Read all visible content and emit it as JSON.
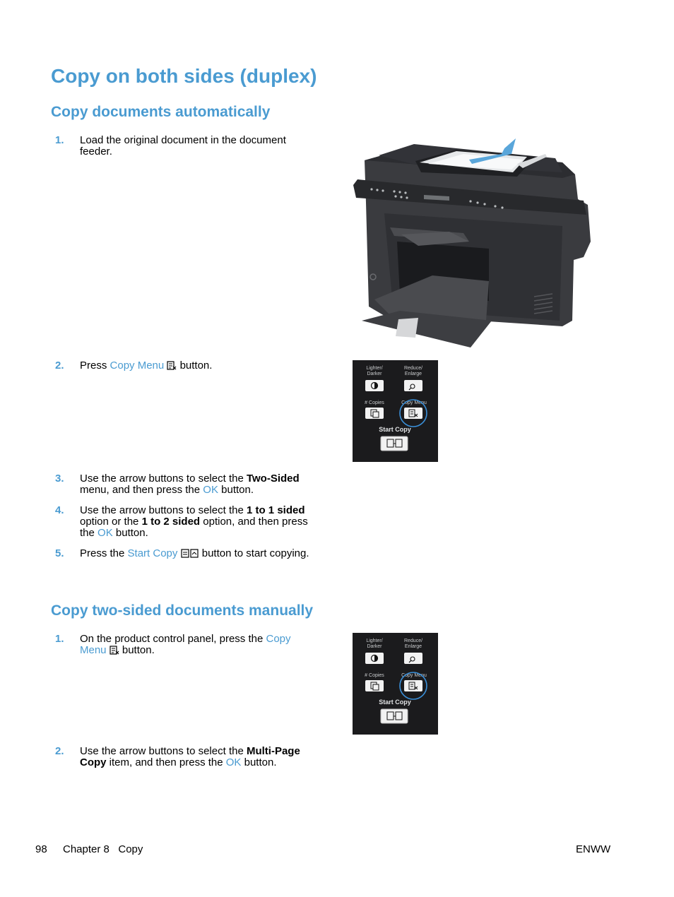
{
  "title": "Copy on both sides (duplex)",
  "section1": {
    "heading": "Copy documents automatically",
    "steps": [
      {
        "num": "1.",
        "text": "Load the original document in the document feeder."
      },
      {
        "num": "2.",
        "pre": "Press ",
        "link": "Copy Menu",
        "post": " button."
      },
      {
        "num": "3.",
        "a": "Use the arrow buttons to select the ",
        "b": "Two-Sided",
        "c": " menu, and then press the ",
        "link": "OK",
        "d": " button."
      },
      {
        "num": "4.",
        "a": "Use the arrow buttons to select the ",
        "b": "1 to 1 sided",
        "c": " option or the ",
        "b2": "1 to 2 sided",
        "d": " option, and then press the ",
        "link": "OK",
        "e": " button."
      },
      {
        "num": "5.",
        "pre": "Press the ",
        "link": "Start Copy",
        "post": " button to start copying."
      }
    ]
  },
  "section2": {
    "heading": "Copy two-sided documents manually",
    "steps": [
      {
        "num": "1.",
        "pre": "On the product control panel, press the ",
        "link": "Copy Menu",
        "post": " button."
      },
      {
        "num": "2.",
        "a": "Use the arrow buttons to select the ",
        "b": "Multi-Page Copy",
        "c": " item, and then press the ",
        "link": "OK",
        "d": " button."
      }
    ]
  },
  "panel": {
    "lighter_darker": [
      "Lighter/",
      "Darker"
    ],
    "reduce_enlarge": [
      "Reduce/",
      "Enlarge"
    ],
    "copies": "# Copies",
    "copy_menu": "Copy Menu",
    "start_copy": "Start Copy",
    "highlight_color": "#3a8fd8"
  },
  "footer": {
    "page": "98",
    "chapter": "Chapter 8   Copy",
    "right": "ENWW"
  },
  "colors": {
    "accent": "#4a9bd1"
  }
}
